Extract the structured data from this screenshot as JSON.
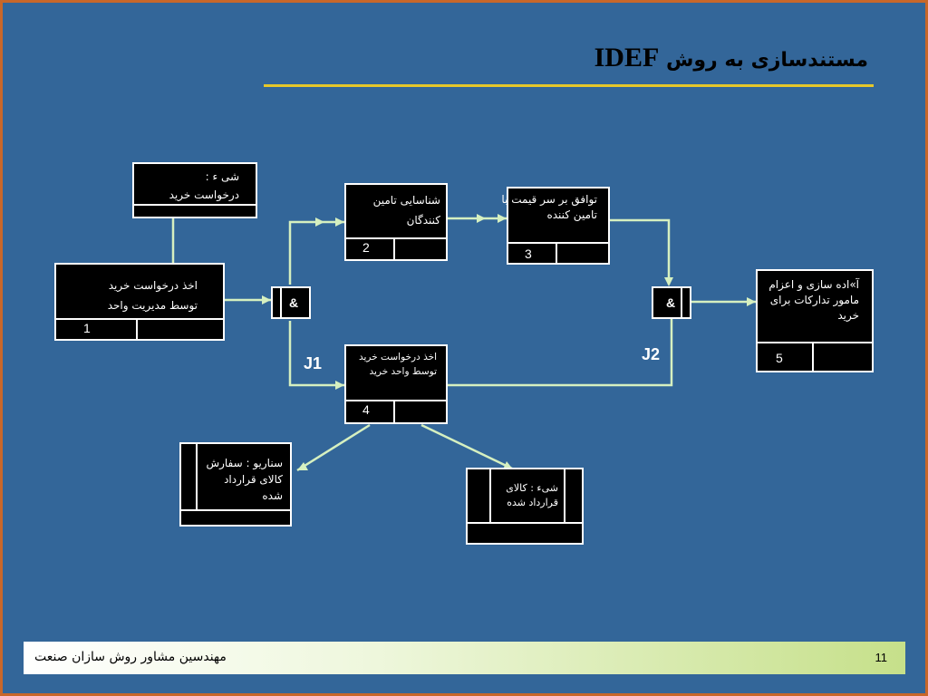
{
  "title": {
    "text": "مستندسازی به روش",
    "latin": "IDEF"
  },
  "boxes": {
    "object_request": {
      "line1": "شی ء :",
      "line2": "درخواست خرید"
    },
    "unit1": {
      "line1": "اخذ درخواست خرید",
      "line2": "توسط مدیریت واحد",
      "number": "1"
    },
    "unit2": {
      "line1": "شناسایی تامین",
      "line2": "کنندگان",
      "number": "2"
    },
    "unit3": {
      "line1": "توافق بر سر قیمت با",
      "line2": "تامین کننده",
      "number": "3"
    },
    "unit4": {
      "line1": "اخذ درخواست خرید",
      "line2": "توسط واحد خرید",
      "number": "4"
    },
    "unit5": {
      "line1": "آ»اده سازی و اعزام",
      "line2": "مامور تدارکات برای",
      "line3": "خرید",
      "number": "5"
    },
    "scenario": {
      "line1": "سناریو : سفارش",
      "line2": "کالای قرارداد",
      "line3": "شده"
    },
    "object_goods": {
      "line1": "شیء : کالای",
      "line2": "قرارداد شده"
    }
  },
  "junctions": {
    "j1": {
      "symbol": "&",
      "label": "J1"
    },
    "j2": {
      "symbol": "&",
      "label": "J2"
    }
  },
  "colors": {
    "background": "#336699",
    "frame": "#c8672a",
    "connector": "#d6f0c0",
    "rule": "#e6c82a"
  },
  "footer": {
    "text": "مهندسین مشاور روش سازان صنعت",
    "page": "11"
  }
}
